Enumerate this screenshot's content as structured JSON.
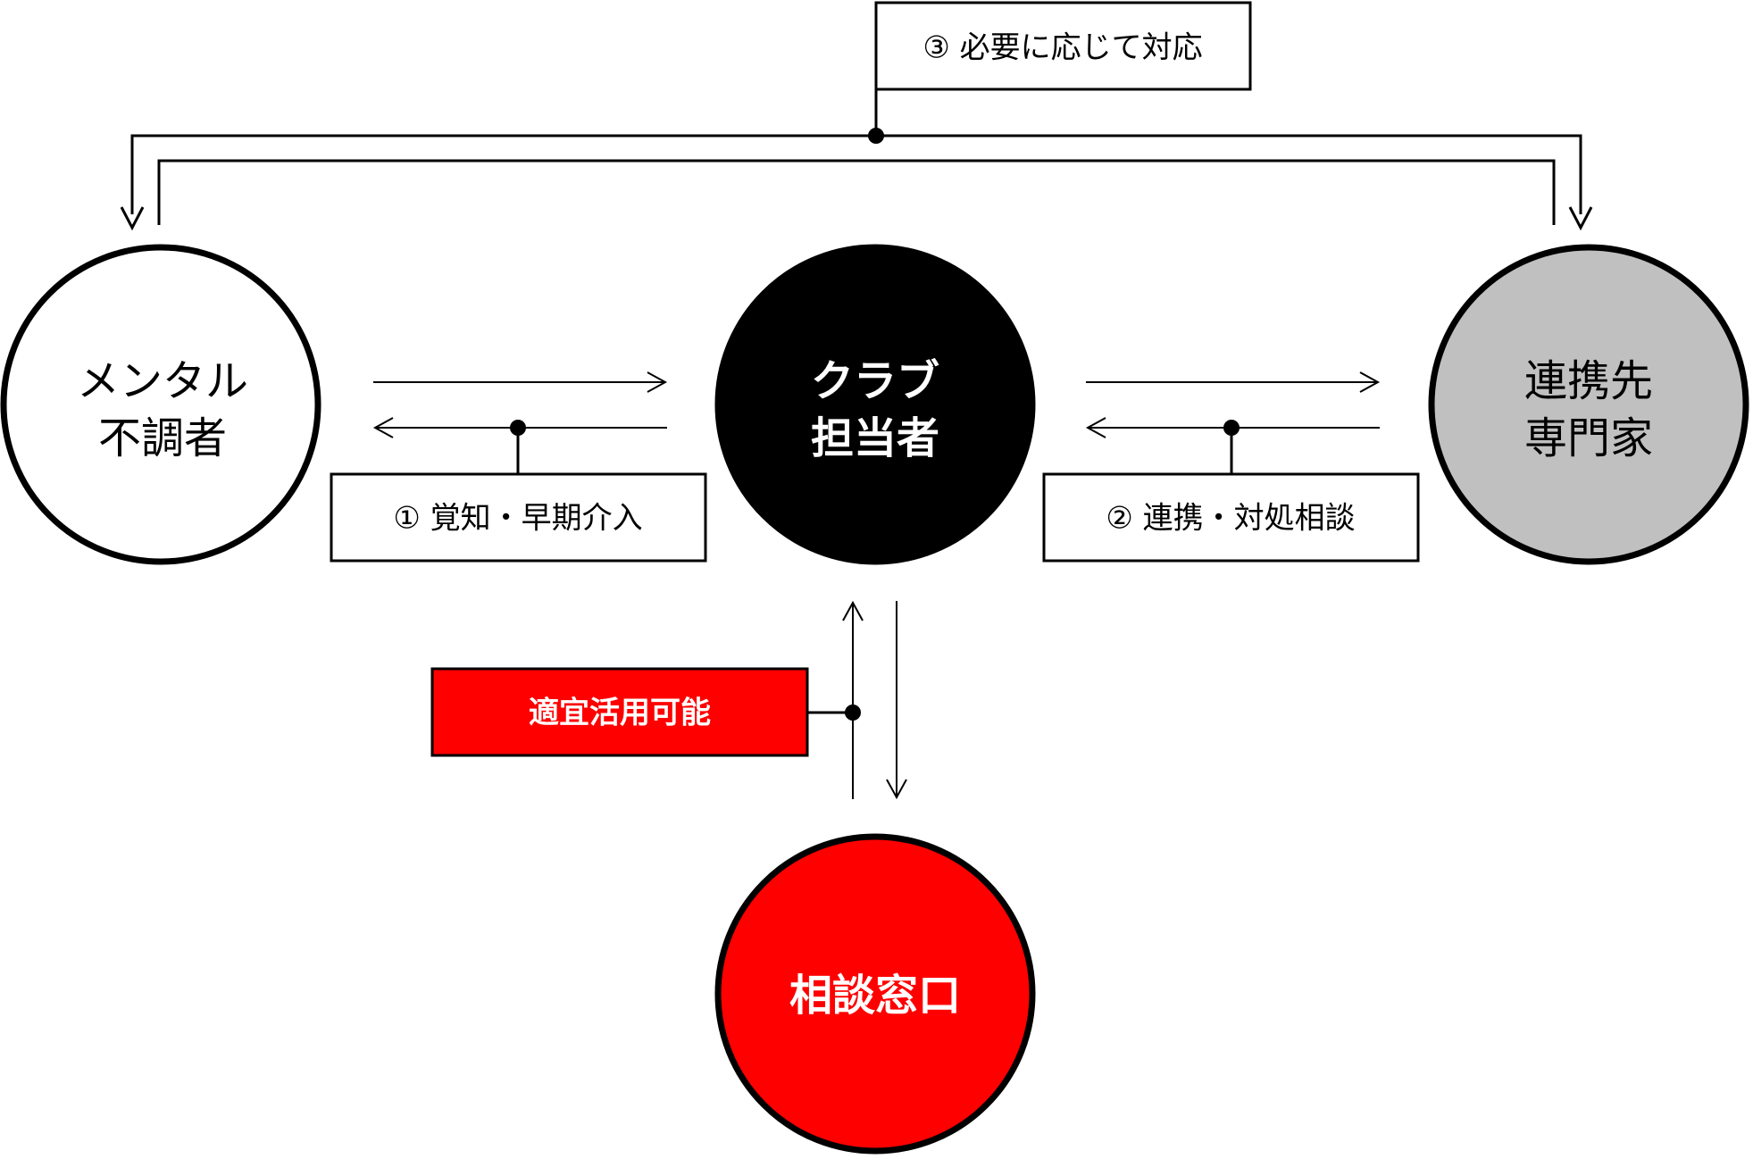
{
  "nodes": {
    "mental": {
      "line1": "メンタル",
      "line2": "不調者",
      "fill": "#ffffff",
      "text_color": "#000000"
    },
    "club": {
      "line1": "クラブ",
      "line2": "担当者",
      "fill": "#000000",
      "text_color": "#ffffff"
    },
    "partner": {
      "line1": "連携先",
      "line2": "専門家",
      "fill": "#c0c0c0",
      "text_color": "#000000"
    },
    "consult": {
      "line1": "相談窓口",
      "fill": "#ff0000",
      "text_color": "#ffffff"
    }
  },
  "labels": {
    "step1": "① 覚知・早期介入",
    "step2": "② 連携・対処相談",
    "step3": "③ 必要に応じて対応",
    "available": "適宜活用可能"
  },
  "colors": {
    "accent_red": "#ff0000",
    "line": "#000000"
  }
}
